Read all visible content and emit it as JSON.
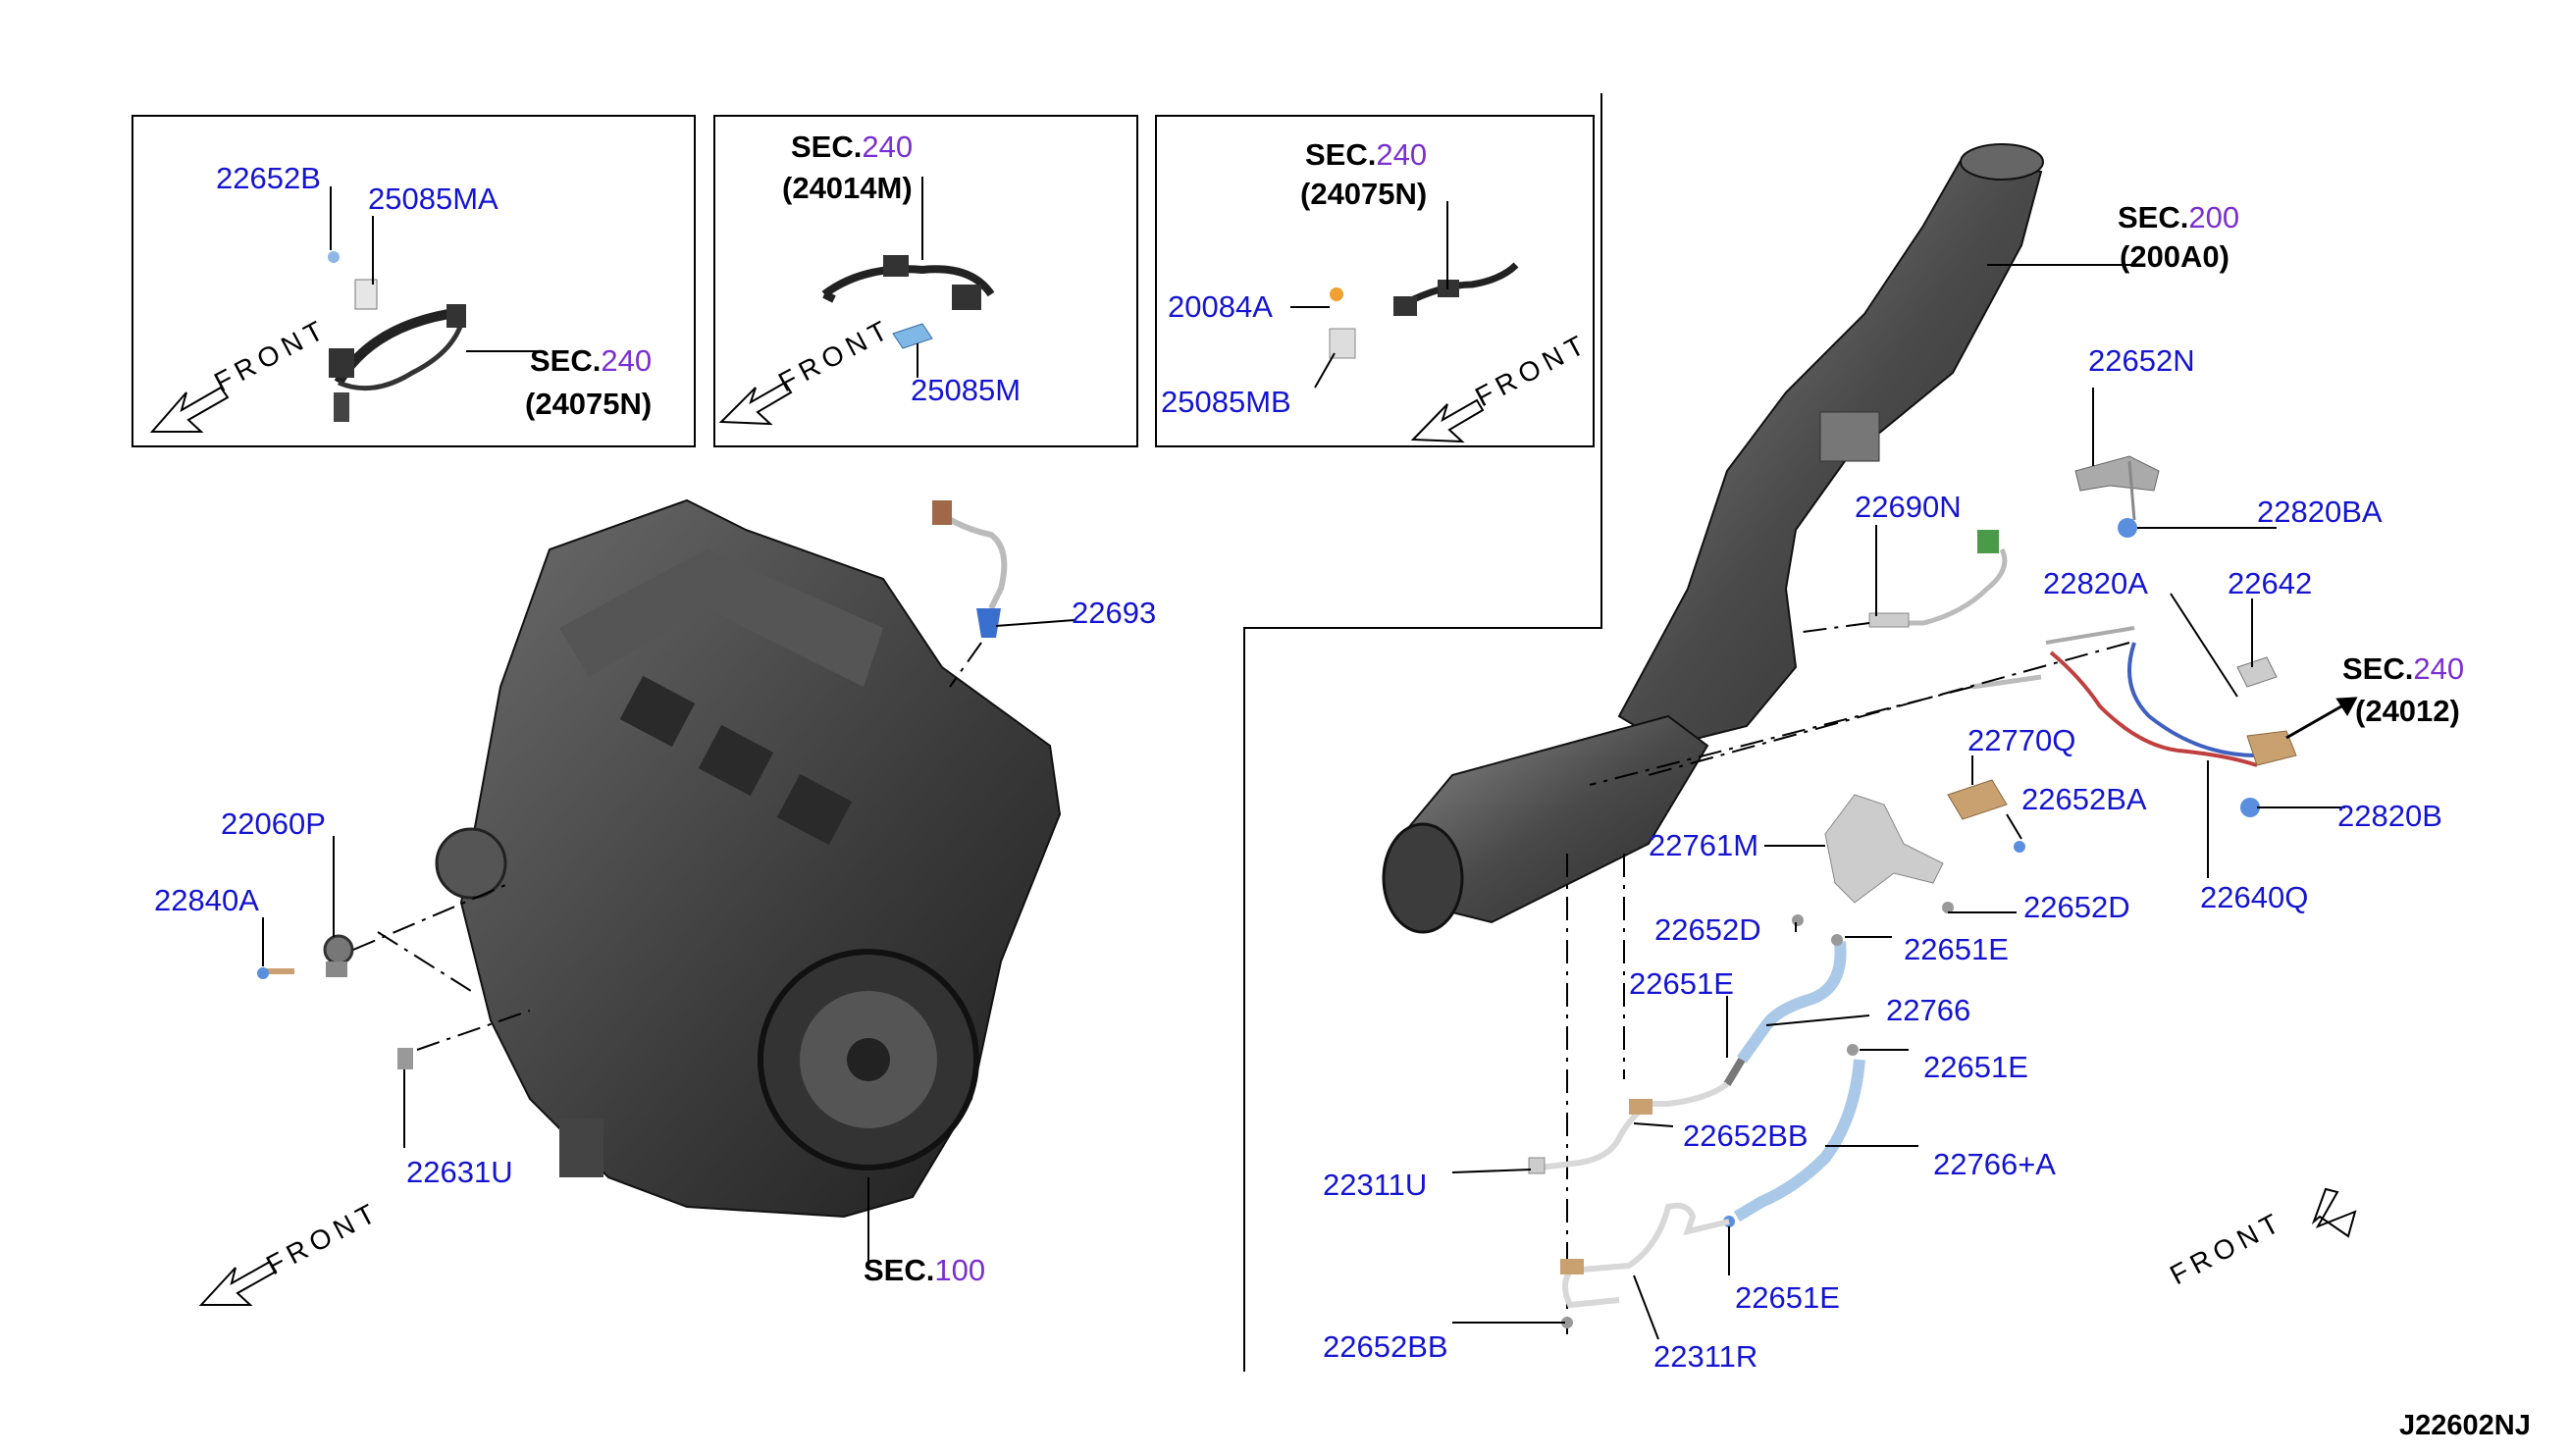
{
  "diagram_code": "J22602NJ",
  "front_label": "FRONT",
  "sections": {
    "inset1_ref": {
      "sec": "SEC.",
      "num": "240",
      "ref": "(24075N)"
    },
    "inset2_ref": {
      "sec": "SEC.",
      "num": "240",
      "ref": "(24014M)"
    },
    "inset3_ref": {
      "sec": "SEC.",
      "num": "240",
      "ref": "(24075N)"
    },
    "exhaust_ref": {
      "sec": "SEC.",
      "num": "200",
      "ref": "(200A0)"
    },
    "sensor_ref": {
      "sec": "SEC.",
      "num": "240",
      "ref": "(24012)"
    },
    "engine_ref": {
      "sec": "SEC.",
      "num": "100"
    }
  },
  "parts": {
    "p22652B": "22652B",
    "p25085MA": "25085MA",
    "p25085M": "25085M",
    "p20084A": "20084A",
    "p25085MB": "25085MB",
    "p22693": "22693",
    "p22060P": "22060P",
    "p22840A": "22840A",
    "p22631U": "22631U",
    "p22652N": "22652N",
    "p22820BA": "22820BA",
    "p22690N": "22690N",
    "p22820A": "22820A",
    "p22642": "22642",
    "p22770Q": "22770Q",
    "p22652BA": "22652BA",
    "p22820B": "22820B",
    "p22761M": "22761M",
    "p22652D_a": "22652D",
    "p22652D_b": "22652D",
    "p22640Q": "22640Q",
    "p22651E_a": "22651E",
    "p22651E_b": "22651E",
    "p22766": "22766",
    "p22651E_c": "22651E",
    "p22652BB_a": "22652BB",
    "p22766A": "22766+A",
    "p22311U": "22311U",
    "p22651E_d": "22651E",
    "p22652BB_b": "22652BB",
    "p22311R": "22311R"
  },
  "colors": {
    "part_label": "#1414d2",
    "section_number": "#7a2fd0",
    "ink": "#000000"
  }
}
